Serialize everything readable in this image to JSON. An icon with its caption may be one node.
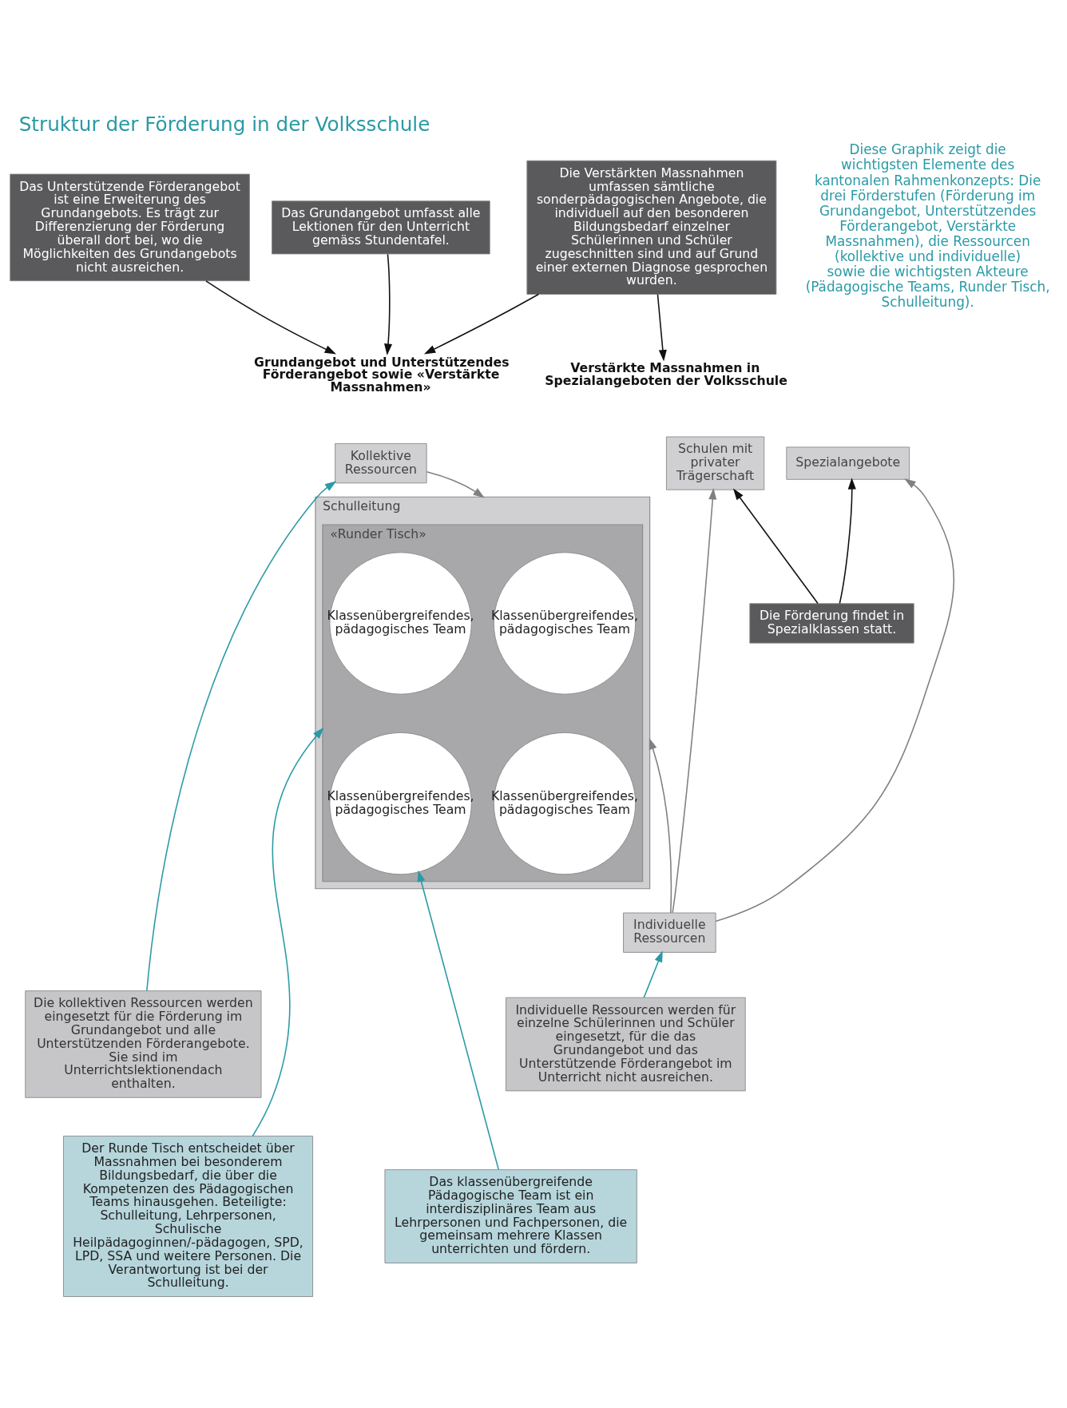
{
  "diagram": {
    "title": "Struktur der Förderung in der Volksschule",
    "nodes": [
      {
        "text": [
          "Das Grundangebot umfasst alle Lektionen für den Unterricht gemäss Stundentafel."
        ]
      },
      {
        "text": [
          "Das Unterstützende Förderangebot ist eine Erweiterung des Grundangebots. Es trägt zur Differenzierung der Förderung überall dort bei, wo die Möglichkeiten des Grundangebots nicht ausreichen."
        ]
      },
      {
        "text": [
          "Die Verstärkten Massnahmen umfassen sämtliche sonderpädagogischen Angebote, die individuell auf den besonderen Bildungsbedarf einzelner Schülerinnen und Schüler zugeschnitten sind und auf Grund einer externen Diagnose gesprochen wurden."
        ]
      },
      {
        "text": [
          "Grundangebot und Unterstützendes Förderangebot sowie «Verstärkte Massnahmen»"
        ]
      },
      {
        "text": [
          "Verstärkte Massnahmen in Spezialangeboten der Volksschule"
        ]
      },
      {
        "text": [
          "Kollektive Ressourcen"
        ]
      },
      {
        "text": [
          "Schulleitung"
        ]
      },
      {
        "text": [
          "«Runder Tisch»"
        ],
        "in": 6
      },
      {
        "text": [
          "Klassenübergreifendes, pädagogisches Team"
        ],
        "in": 7
      },
      {
        "text": [
          "Klassenübergreifendes, pädagogisches Team"
        ],
        "in": 7
      },
      {
        "text": [
          "Klassenübergreifendes, pädagogisches Team"
        ],
        "in": 7
      },
      {
        "text": [
          "Klassenübergreifendes, pädagogisches Team"
        ],
        "in": 7
      },
      {
        "text": [
          "Spezialangebote"
        ]
      },
      {
        "text": [
          "Schulen mit privater Trägerschaft"
        ]
      },
      {
        "text": [
          "Die Förderung findet in Spezialklassen statt."
        ]
      },
      {
        "text": [
          "Individuelle Ressourcen"
        ]
      },
      {
        "text": [
          "Die kollektiven Ressourcen werden eingesetzt für die Förderung im Grundangebot und alle Unterstützenden Förderangebote. Sie sind im Unterrichtslektionendach enthalten."
        ]
      },
      {
        "text": [
          "Individuelle Ressourcen werden für einzelne Schülerinnen und Schüler eingesetzt, für die das Grundangebot und das Unterstützende Förderangebot im Unterricht nicht ausreichen."
        ]
      },
      {
        "text": [
          "Der Runde Tisch entscheidet über Massnahmen bei besonderem Bildungsbedarf, die über die Kompetenzen des Pädagogischen Teams hinausgehen. Beteiligte: Schulleitung, Lehrpersonen, Schulische Heilpädagoginnen/-pädagogen, SPD, LPD, SSA und weitere Personen. Die Verantwortung ist bei der Schulleitung."
        ]
      },
      {
        "text": [
          "Das klassenübergreifende Pädagogische Team ist ein interdisziplinäres Team aus Lehrpersonen und Fachpersonen, die gemeinsam mehrere Klassen unterrichten und fördern."
        ]
      }
    ],
    "edges": [
      {
        "from": 0,
        "to": 3,
        "arrow": "to"
      },
      {
        "from": 1,
        "to": 3,
        "arrow": "to"
      },
      {
        "from": 2,
        "to": 3,
        "arrow": "to"
      },
      {
        "from": 2,
        "to": 4,
        "arrow": "to"
      },
      {
        "from": 5,
        "to": 6,
        "arrow": "to",
        "color": "#808080"
      },
      {
        "from": 15,
        "to": 6,
        "arrow": "to",
        "color": "#808080"
      },
      {
        "from": 15,
        "to": 12,
        "arrow": "to",
        "color": "#808080"
      },
      {
        "from": 15,
        "to": 13,
        "arrow": "to",
        "color": "#808080"
      },
      {
        "from": 14,
        "to": 12,
        "arrow": "to"
      },
      {
        "from": 14,
        "to": 13,
        "arrow": "to"
      },
      {
        "from": 16,
        "to": 5,
        "arrow": "to",
        "color": "#2a9aa6"
      },
      {
        "from": 17,
        "to": 15,
        "arrow": "to",
        "color": "#2a9aa6"
      },
      {
        "from": 18,
        "to": 7,
        "arrow": "to",
        "color": "#2a9aa6"
      },
      {
        "from": 19,
        "to": 11,
        "arrow": "to",
        "color": "#2a9aa6"
      }
    ],
    "labels": [
      "Diese Graphik zeigt die wichtigsten Elemente des kantonalen Rahmenkonzepts: Die drei Förderstufen (Förderung im Grundangebot, Unterstützendes Förderangebot, Verstärkte Massnahmen), die Ressourcen (kollektive und individuelle) sowie die wichtigsten Akteure (Pädagogische Teams, Runder Tisch, Schulleitung)."
    ]
  }
}
